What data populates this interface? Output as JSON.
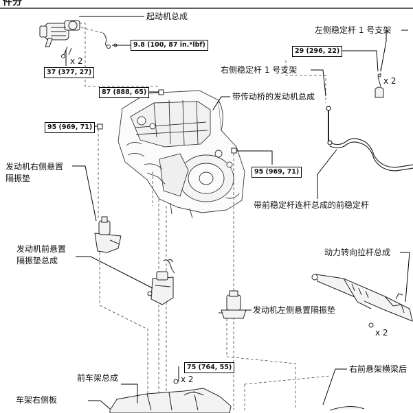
{
  "header": {
    "title_fragment": "件分"
  },
  "labels": {
    "starter": "起动机总成",
    "left_bracket": "左侧稳定杆 1 号支架",
    "right_bracket": "右侧稳定杆 1 号支架",
    "engine_assy": "带传动桥的发动机总成",
    "right_mount_1": "发动机右侧悬置",
    "right_mount_2": "隔振垫",
    "front_stabilizer": "带前稳定杆连杆总成的前稳定杆",
    "steering_rack": "动力转向拉杆总成",
    "front_mount_1": "发动机前悬置",
    "front_mount_2": "隔振垫总成",
    "left_mount": "发动机左侧悬置隔振垫",
    "front_subframe": "前车架总成",
    "right_crossmember": "右前悬架横梁后",
    "frame_right_plate": "车架右侧板"
  },
  "torques": {
    "t1": "9.8 (100, 87 in.*lbf)",
    "t2": "37 (377, 27)",
    "t3": "29 (296, 22)",
    "t4": "87 (888, 65)",
    "t5": "95 (969, 71)",
    "t6": "95 (969, 71)",
    "t7": "75 (764, 55)"
  },
  "quantities": {
    "q_starter": "x 2",
    "q_bracket": "x 2",
    "q_rack": "x 2",
    "q_subframe": "x 2"
  }
}
